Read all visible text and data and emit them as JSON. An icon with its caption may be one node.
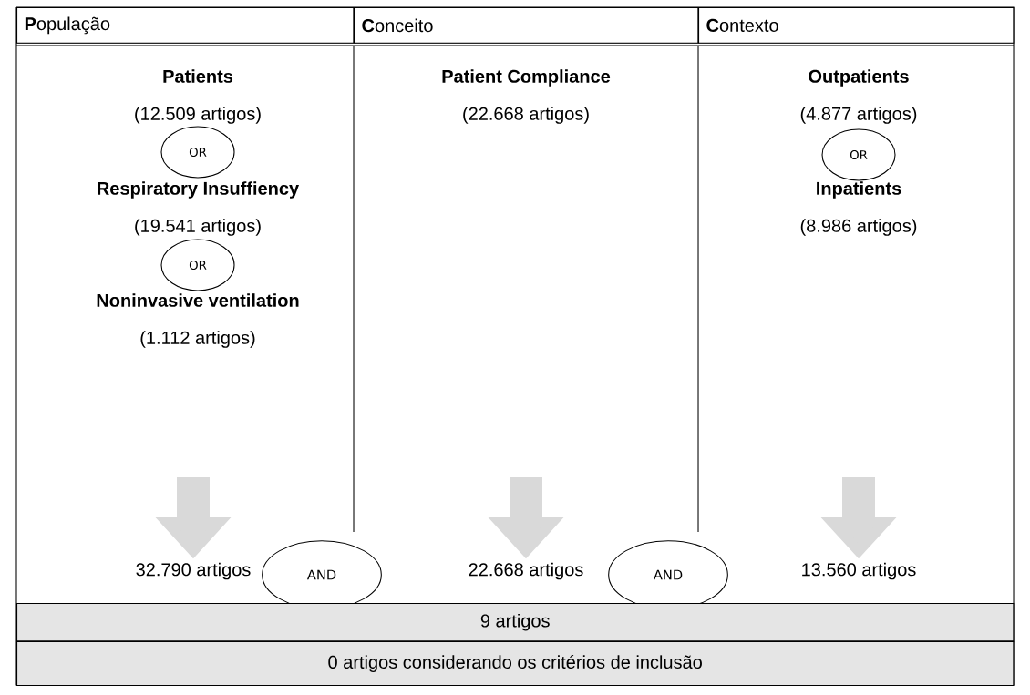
{
  "diagram": {
    "nodes": [
      {
        "text": [
          "**P**opulação"
        ]
      },
      {
        "text": [
          "**C**onceito"
        ]
      },
      {
        "text": [
          "**C**ontexto"
        ]
      },
      {
        "text": [
          "Patients",
          "(12.509 artigos)"
        ]
      },
      {
        "text": [
          "OR"
        ]
      },
      {
        "text": [
          "Respiratory Insuffiency",
          "(19.541 artigos)"
        ]
      },
      {
        "text": [
          "OR"
        ]
      },
      {
        "text": [
          "Noninvasive ventilation",
          "(1.112 artigos)"
        ]
      },
      {
        "text": [
          "Patient Compliance",
          "(22.668 artigos)"
        ]
      },
      {
        "text": [
          "Outpatients",
          "(4.877 artigos)"
        ]
      },
      {
        "text": [
          "OR"
        ]
      },
      {
        "text": [
          "Inpatients",
          "(8.986 artigos)"
        ]
      },
      {
        "text": [
          "32.790 artigos"
        ]
      },
      {
        "text": [
          "AND"
        ]
      },
      {
        "text": [
          "22.668 artigos"
        ]
      },
      {
        "text": [
          "AND"
        ]
      },
      {
        "text": [
          "13.560 artigos"
        ]
      },
      {
        "text": [
          "9 artigos"
        ]
      },
      {
        "text": [
          "0 artigos considerando os critérios de inclusão"
        ]
      }
    ],
    "edges": [
      {
        "from": null,
        "to": 12,
        "arrow": "to"
      },
      {
        "from": null,
        "to": 14,
        "arrow": "to"
      },
      {
        "from": null,
        "to": 16,
        "arrow": "to"
      }
    ]
  }
}
